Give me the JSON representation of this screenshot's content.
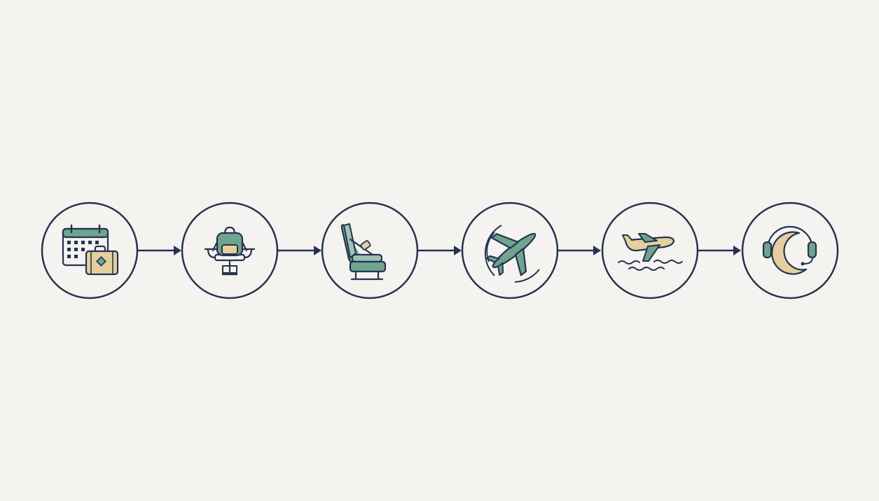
{
  "colors": {
    "background": "#f4f3ef",
    "outline": "#243352",
    "green": "#6fa48d",
    "green_light": "#9bc4b1",
    "tan": "#e5cf9c",
    "tan_dark": "#d8b982"
  },
  "steps": [
    {
      "icon": "calendar-suitcase-icon"
    },
    {
      "icon": "backpack-seat-icon"
    },
    {
      "icon": "seatbelt-seat-icon"
    },
    {
      "icon": "airplane-turbulence-icon"
    },
    {
      "icon": "airplane-landing-icon"
    },
    {
      "icon": "headset-moon-icon"
    }
  ],
  "connectors": [
    {
      "from": 1,
      "to": 2
    },
    {
      "from": 2,
      "to": 3
    },
    {
      "from": 3,
      "to": 4
    },
    {
      "from": 4,
      "to": 5
    },
    {
      "from": 5,
      "to": 6
    }
  ]
}
